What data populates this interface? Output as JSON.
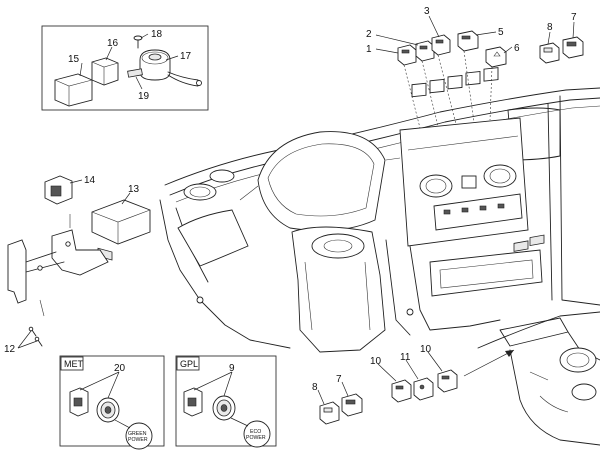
{
  "callouts": {
    "c1": "1",
    "c2": "2",
    "c3": "3",
    "c5": "5",
    "c6": "6",
    "c8_top": "8",
    "c7_top": "7",
    "c15": "15",
    "c16": "16",
    "c17": "17",
    "c18": "18",
    "c19": "19",
    "c14": "14",
    "c13": "13",
    "c12": "12",
    "c20": "20",
    "c9": "9",
    "c8_bot": "8",
    "c7_bot": "7",
    "c10_a": "10",
    "c11": "11",
    "c10_b": "10"
  },
  "boxes": {
    "met": {
      "tag": "MET",
      "knob_line1": "GREEN",
      "knob_line2": "POWER"
    },
    "gpl": {
      "tag": "GPL",
      "knob_line1": "ECO",
      "knob_line2": "POWER"
    }
  }
}
